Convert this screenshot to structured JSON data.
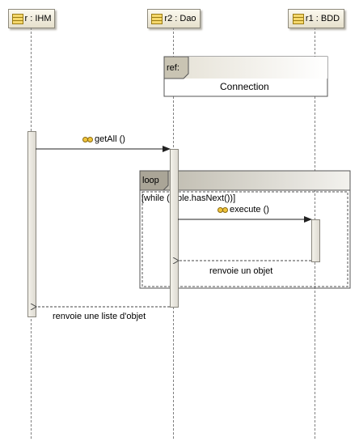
{
  "lifelines": [
    {
      "id": "ihm",
      "label": "r : IHM"
    },
    {
      "id": "dao",
      "label": "r2 : Dao"
    },
    {
      "id": "bdd",
      "label": "r1 : BDD"
    }
  ],
  "ref_frame": {
    "tag": "ref:",
    "name": "Connection"
  },
  "loop_frame": {
    "tag": "loop",
    "guard": "[while (table.hasNext())]"
  },
  "messages": {
    "getall": "getAll ()",
    "execute": "execute ()",
    "return_objet": "renvoie un objet",
    "return_liste": "renvoie une liste d'objet"
  },
  "icons": {
    "lifeline": "class-icon",
    "operation": "operation-icon"
  }
}
